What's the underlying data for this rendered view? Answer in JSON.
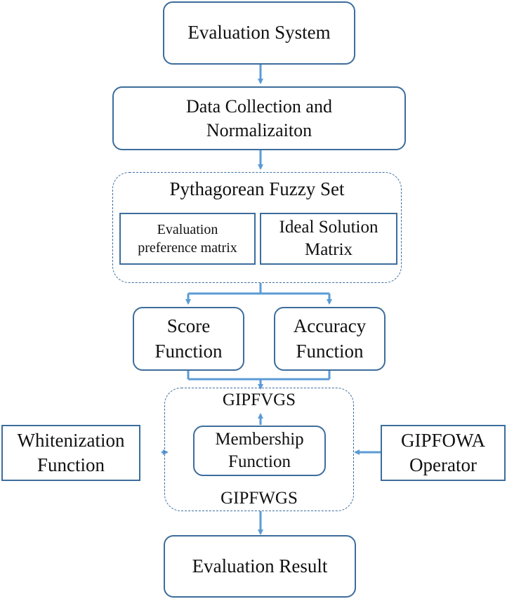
{
  "diagram": {
    "evaluation_system": "Evaluation System",
    "data_collection": [
      "Data Collection and",
      "Normalizaiton"
    ],
    "pfs_title": "Pythagorean Fuzzy Set",
    "eval_pref_matrix": [
      "Evaluation",
      "preference matrix"
    ],
    "ideal_solution_matrix": [
      "Ideal Solution",
      "Matrix"
    ],
    "score_function": [
      "Score",
      "Function"
    ],
    "accuracy_function": [
      "Accuracy",
      "Function"
    ],
    "gipfvgs": "GIPFVGS",
    "membership_function": [
      "Membership",
      "Function"
    ],
    "gipfwgs": "GIPFWGS",
    "whitenization_function": [
      "Whitenization",
      "Function"
    ],
    "gipfowa_operator": [
      "GIPFOWA",
      "Operator"
    ],
    "evaluation_result": "Evaluation Result",
    "line_color": "#5b9bd5",
    "border_color": "#3d6d9c"
  }
}
